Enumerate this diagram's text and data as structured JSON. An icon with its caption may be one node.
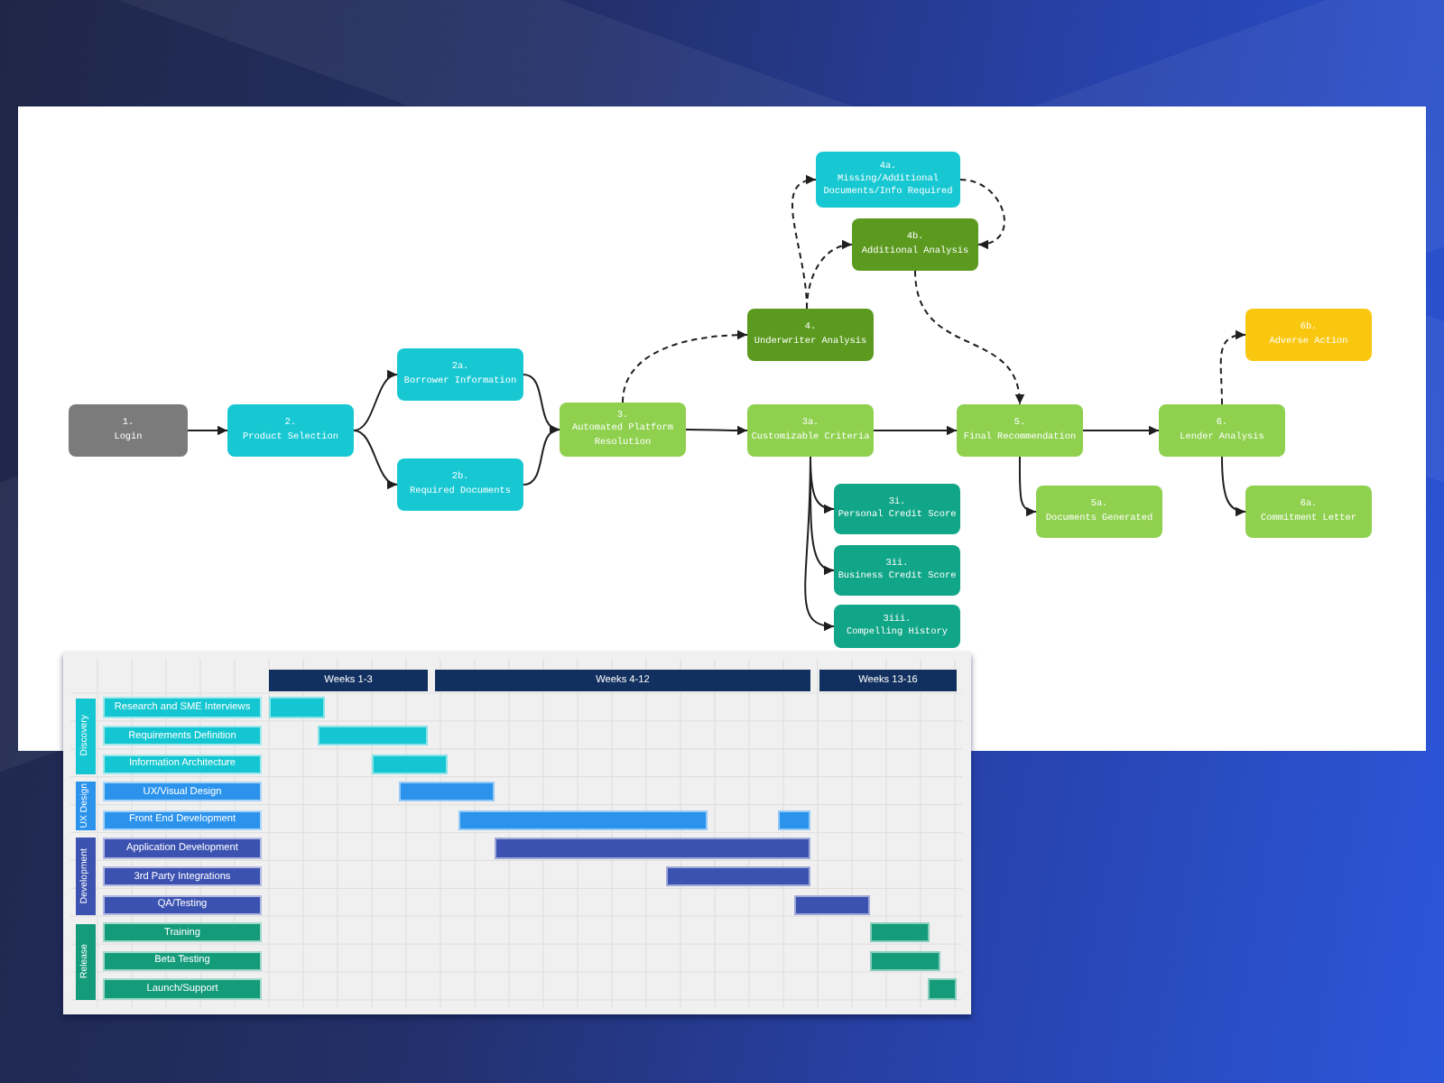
{
  "diagram": {
    "nodes": [
      {
        "text": [
          "1.",
          "Login"
        ]
      },
      {
        "text": [
          "2.",
          "Product Selection"
        ]
      },
      {
        "text": [
          "2a.",
          "Borrower Information"
        ]
      },
      {
        "text": [
          "2b.",
          "Required Documents"
        ]
      },
      {
        "text": [
          "3.",
          "Automated Platform Resolution"
        ]
      },
      {
        "text": [
          "4a.",
          "Missing/Additional Documents/Info Required"
        ]
      },
      {
        "text": [
          "4b.",
          "Additional Analysis"
        ]
      },
      {
        "text": [
          "4.",
          "Underwriter Analysis"
        ]
      },
      {
        "text": [
          "3a.",
          "Customizable Criteria"
        ]
      },
      {
        "text": [
          "5.",
          "Final Recommendation"
        ]
      },
      {
        "text": [
          "6.",
          "Lender Analysis"
        ]
      },
      {
        "text": [
          "6b.",
          "Adverse Action"
        ]
      },
      {
        "text": [
          "3i.",
          "Personal Credit Score"
        ]
      },
      {
        "text": [
          "3ii.",
          "Business Credit Score"
        ]
      },
      {
        "text": [
          "3iii.",
          "Compelling History"
        ]
      },
      {
        "text": [
          "5a.",
          "Documents Generated"
        ]
      },
      {
        "text": [
          "6a.",
          "Commitment Letter"
        ]
      },
      {
        "text": [
          "Weeks 1-3"
        ]
      },
      {
        "text": [
          "Weeks 4-12"
        ]
      },
      {
        "text": [
          "Weeks 13-16"
        ]
      },
      {
        "text": [
          "Discovery"
        ]
      },
      {
        "text": [
          "Research and SME Interviews"
        ]
      },
      {
        "text": [
          "Requirements Definition"
        ]
      },
      {
        "text": [
          "Information Architecture"
        ]
      },
      {
        "text": [
          "UX Design"
        ]
      },
      {
        "text": [
          "UX/Visual Design"
        ]
      },
      {
        "text": [
          "Front End Development"
        ]
      },
      {
        "text": [
          "Development"
        ]
      },
      {
        "text": [
          "Application Development"
        ]
      },
      {
        "text": [
          "3rd Party Integrations"
        ]
      },
      {
        "text": [
          "QA/Testing"
        ]
      },
      {
        "text": [
          "Release"
        ]
      },
      {
        "text": [
          "Training"
        ]
      },
      {
        "text": [
          "Beta Testing"
        ]
      },
      {
        "text": [
          "Launch/Support"
        ]
      },
      {
        "text": [],
        "shape": "bar"
      },
      {
        "text": [],
        "shape": "bar"
      },
      {
        "text": [],
        "shape": "bar"
      },
      {
        "text": [],
        "shape": "bar"
      },
      {
        "text": [],
        "shape": "bar"
      },
      {
        "text": [],
        "shape": "bar"
      },
      {
        "text": [],
        "shape": "bar"
      },
      {
        "text": [],
        "shape": "bar"
      },
      {
        "text": [],
        "shape": "bar"
      },
      {
        "text": [],
        "shape": "bar"
      },
      {
        "text": [],
        "shape": "bar"
      },
      {
        "text": [],
        "shape": "bar"
      }
    ],
    "edges": [
      {
        "from": 0,
        "to": 1,
        "arrow": "to"
      },
      {
        "from": 1,
        "to": 2,
        "arrow": "to"
      },
      {
        "from": 1,
        "to": 3,
        "arrow": "to"
      },
      {
        "from": 2,
        "to": 4,
        "arrow": "to"
      },
      {
        "from": 3,
        "to": 4,
        "arrow": "to"
      },
      {
        "from": 4,
        "to": 8,
        "arrow": "to"
      },
      {
        "from": 4,
        "to": 7,
        "arrow": "to",
        "style": "dashed"
      },
      {
        "from": 7,
        "to": 5,
        "arrow": "to",
        "style": "dashed"
      },
      {
        "from": 7,
        "to": 6,
        "arrow": "to",
        "style": "dashed"
      },
      {
        "from": 5,
        "to": 6,
        "arrow": "to",
        "style": "dashed"
      },
      {
        "from": 6,
        "to": 9,
        "arrow": "to",
        "style": "dashed"
      },
      {
        "from": 8,
        "to": 9,
        "arrow": "to"
      },
      {
        "from": 9,
        "to": 10,
        "arrow": "to"
      },
      {
        "from": 10,
        "to": 11,
        "arrow": "to",
        "style": "dashed"
      },
      {
        "from": 8,
        "to": 12,
        "arrow": "to"
      },
      {
        "from": 8,
        "to": 13,
        "arrow": "to"
      },
      {
        "from": 8,
        "to": 14,
        "arrow": "to"
      },
      {
        "from": 9,
        "to": 15,
        "arrow": "to"
      },
      {
        "from": 10,
        "to": 16,
        "arrow": "to"
      }
    ]
  }
}
